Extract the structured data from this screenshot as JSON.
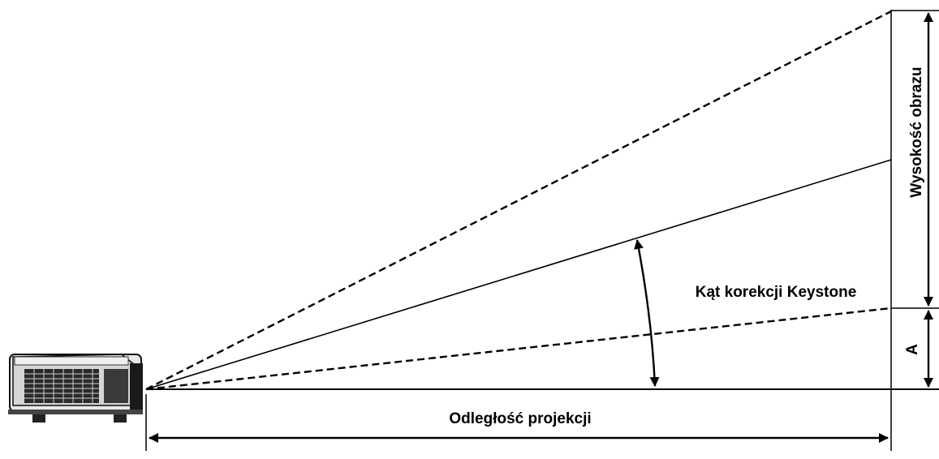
{
  "labels": {
    "image_height": "Wysokość obrazu",
    "keystone_angle": "Kąt korekcji Keystone",
    "offset": "A",
    "projection_distance": "Odległość projekcji"
  },
  "colors": {
    "line": "#000000",
    "background": "#ffffff",
    "projector_body": "#e6e6e6",
    "projector_dark": "#1a1a1a"
  },
  "icons": {
    "projector": "projector-icon"
  }
}
